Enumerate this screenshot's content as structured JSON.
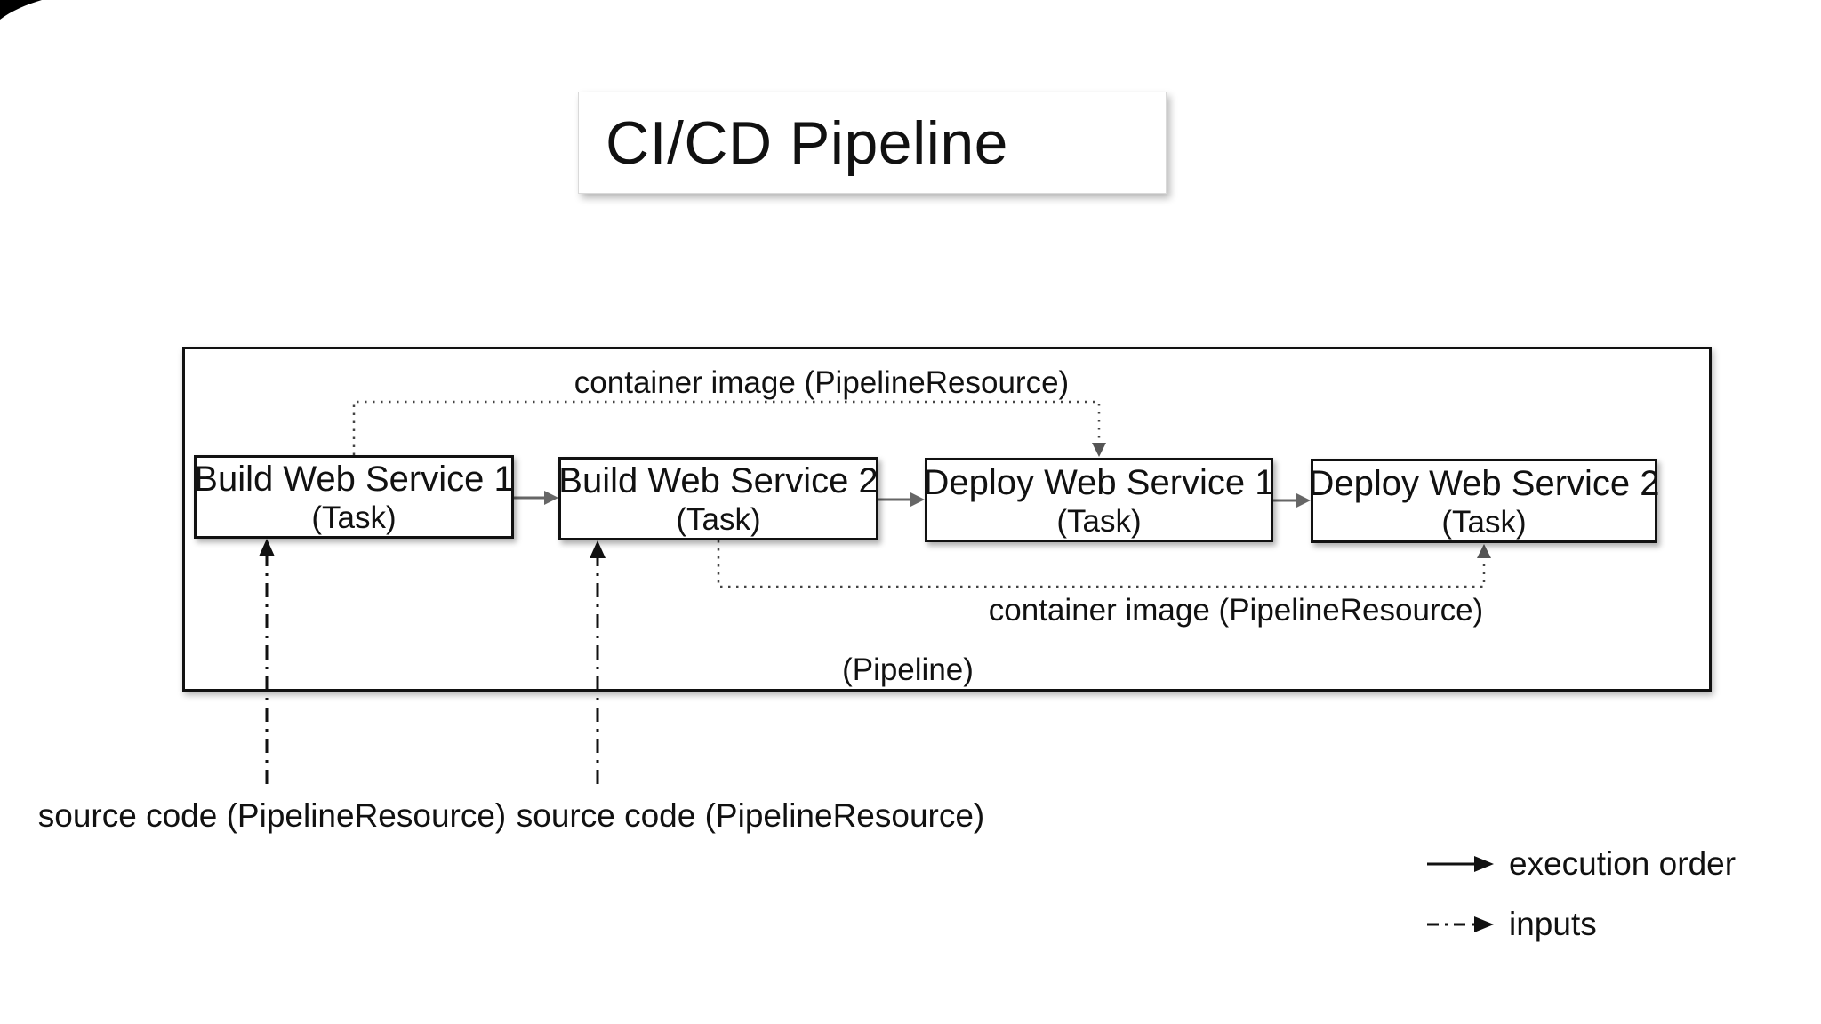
{
  "title": "CI/CD Pipeline",
  "diagram": {
    "pipeline_label": "(Pipeline)",
    "tasks": [
      {
        "name": "Build Web Service 1",
        "type": "(Task)"
      },
      {
        "name": "Build Web Service 2",
        "type": "(Task)"
      },
      {
        "name": "Deploy Web Service 1",
        "type": "(Task)"
      },
      {
        "name": "Deploy Web Service 2",
        "type": "(Task)"
      }
    ],
    "resource_labels": {
      "container_image_top": "container image (PipelineResource)",
      "container_image_bottom": "container image (PipelineResource)",
      "source_code_1": "source code (PipelineResource)",
      "source_code_2": "source code (PipelineResource)"
    },
    "edges": [
      {
        "from": "Build Web Service 1",
        "to": "Build Web Service 2",
        "type": "execution order"
      },
      {
        "from": "Build Web Service 2",
        "to": "Deploy Web Service 1",
        "type": "execution order"
      },
      {
        "from": "Deploy Web Service 1",
        "to": "Deploy Web Service 2",
        "type": "execution order"
      },
      {
        "from": "Build Web Service 1",
        "to": "Deploy Web Service 1",
        "type": "input",
        "label": "container image (PipelineResource)"
      },
      {
        "from": "Build Web Service 2",
        "to": "Deploy Web Service 2",
        "type": "input",
        "label": "container image (PipelineResource)"
      },
      {
        "from": "source code",
        "to": "Build Web Service 1",
        "type": "input",
        "label": "source code (PipelineResource)"
      },
      {
        "from": "source code",
        "to": "Build Web Service 2",
        "type": "input",
        "label": "source code (PipelineResource)"
      }
    ]
  },
  "legend": {
    "execution_order": "execution order",
    "inputs": "inputs"
  },
  "colors": {
    "background": "#ffffff",
    "box_border": "#111111",
    "execution_arrow": "#666666",
    "dotted_line": "#444444",
    "dashdot_line": "#111111",
    "text": "#111111"
  }
}
